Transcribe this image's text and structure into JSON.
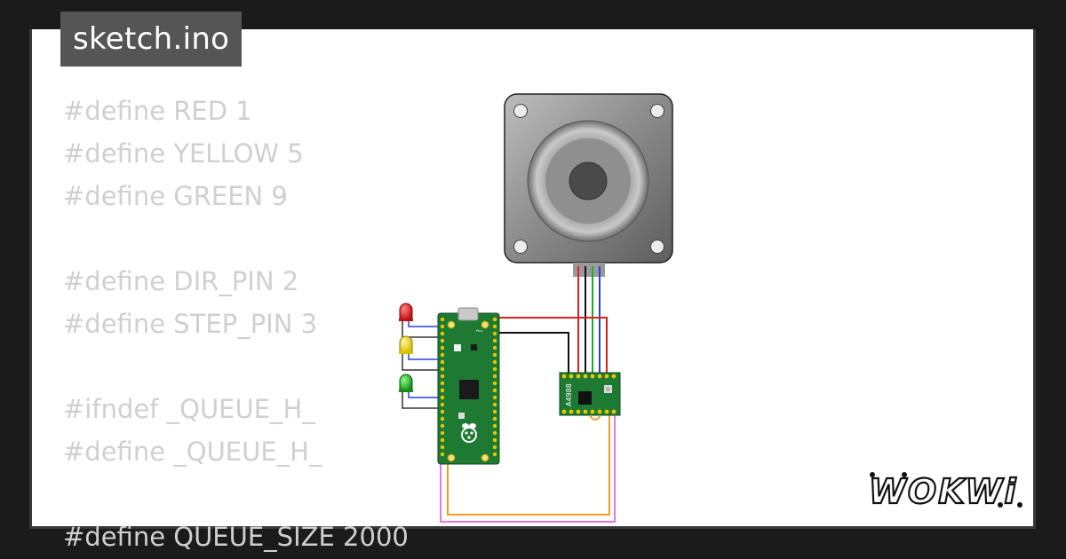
{
  "tab": {
    "filename": "sketch.ino"
  },
  "code_lines": [
    "#define RED 1",
    "#define YELLOW 5",
    "#define GREEN 9",
    "",
    "#define DIR_PIN 2",
    "#define STEP_PIN 3",
    "",
    "#ifndef _QUEUE_H_",
    "#define _QUEUE_H_",
    "",
    "#define QUEUE_SIZE 2000"
  ],
  "driver": {
    "label": "A4988"
  },
  "board": {
    "silkscreen": "Pico"
  },
  "brand": {
    "logo_text": "WOKWi"
  },
  "colors": {
    "background": "#1b1b1b",
    "card": "#ffffff",
    "tab": "#555555",
    "code_text": "#d0d0d0",
    "pcb_green": "#1e7a32",
    "wire_red": "#e02020",
    "wire_black": "#111111",
    "wire_green": "#1faa2a",
    "wire_blue": "#2a3fd8",
    "wire_orange": "#e8a020",
    "wire_pink": "#e07ad8"
  }
}
